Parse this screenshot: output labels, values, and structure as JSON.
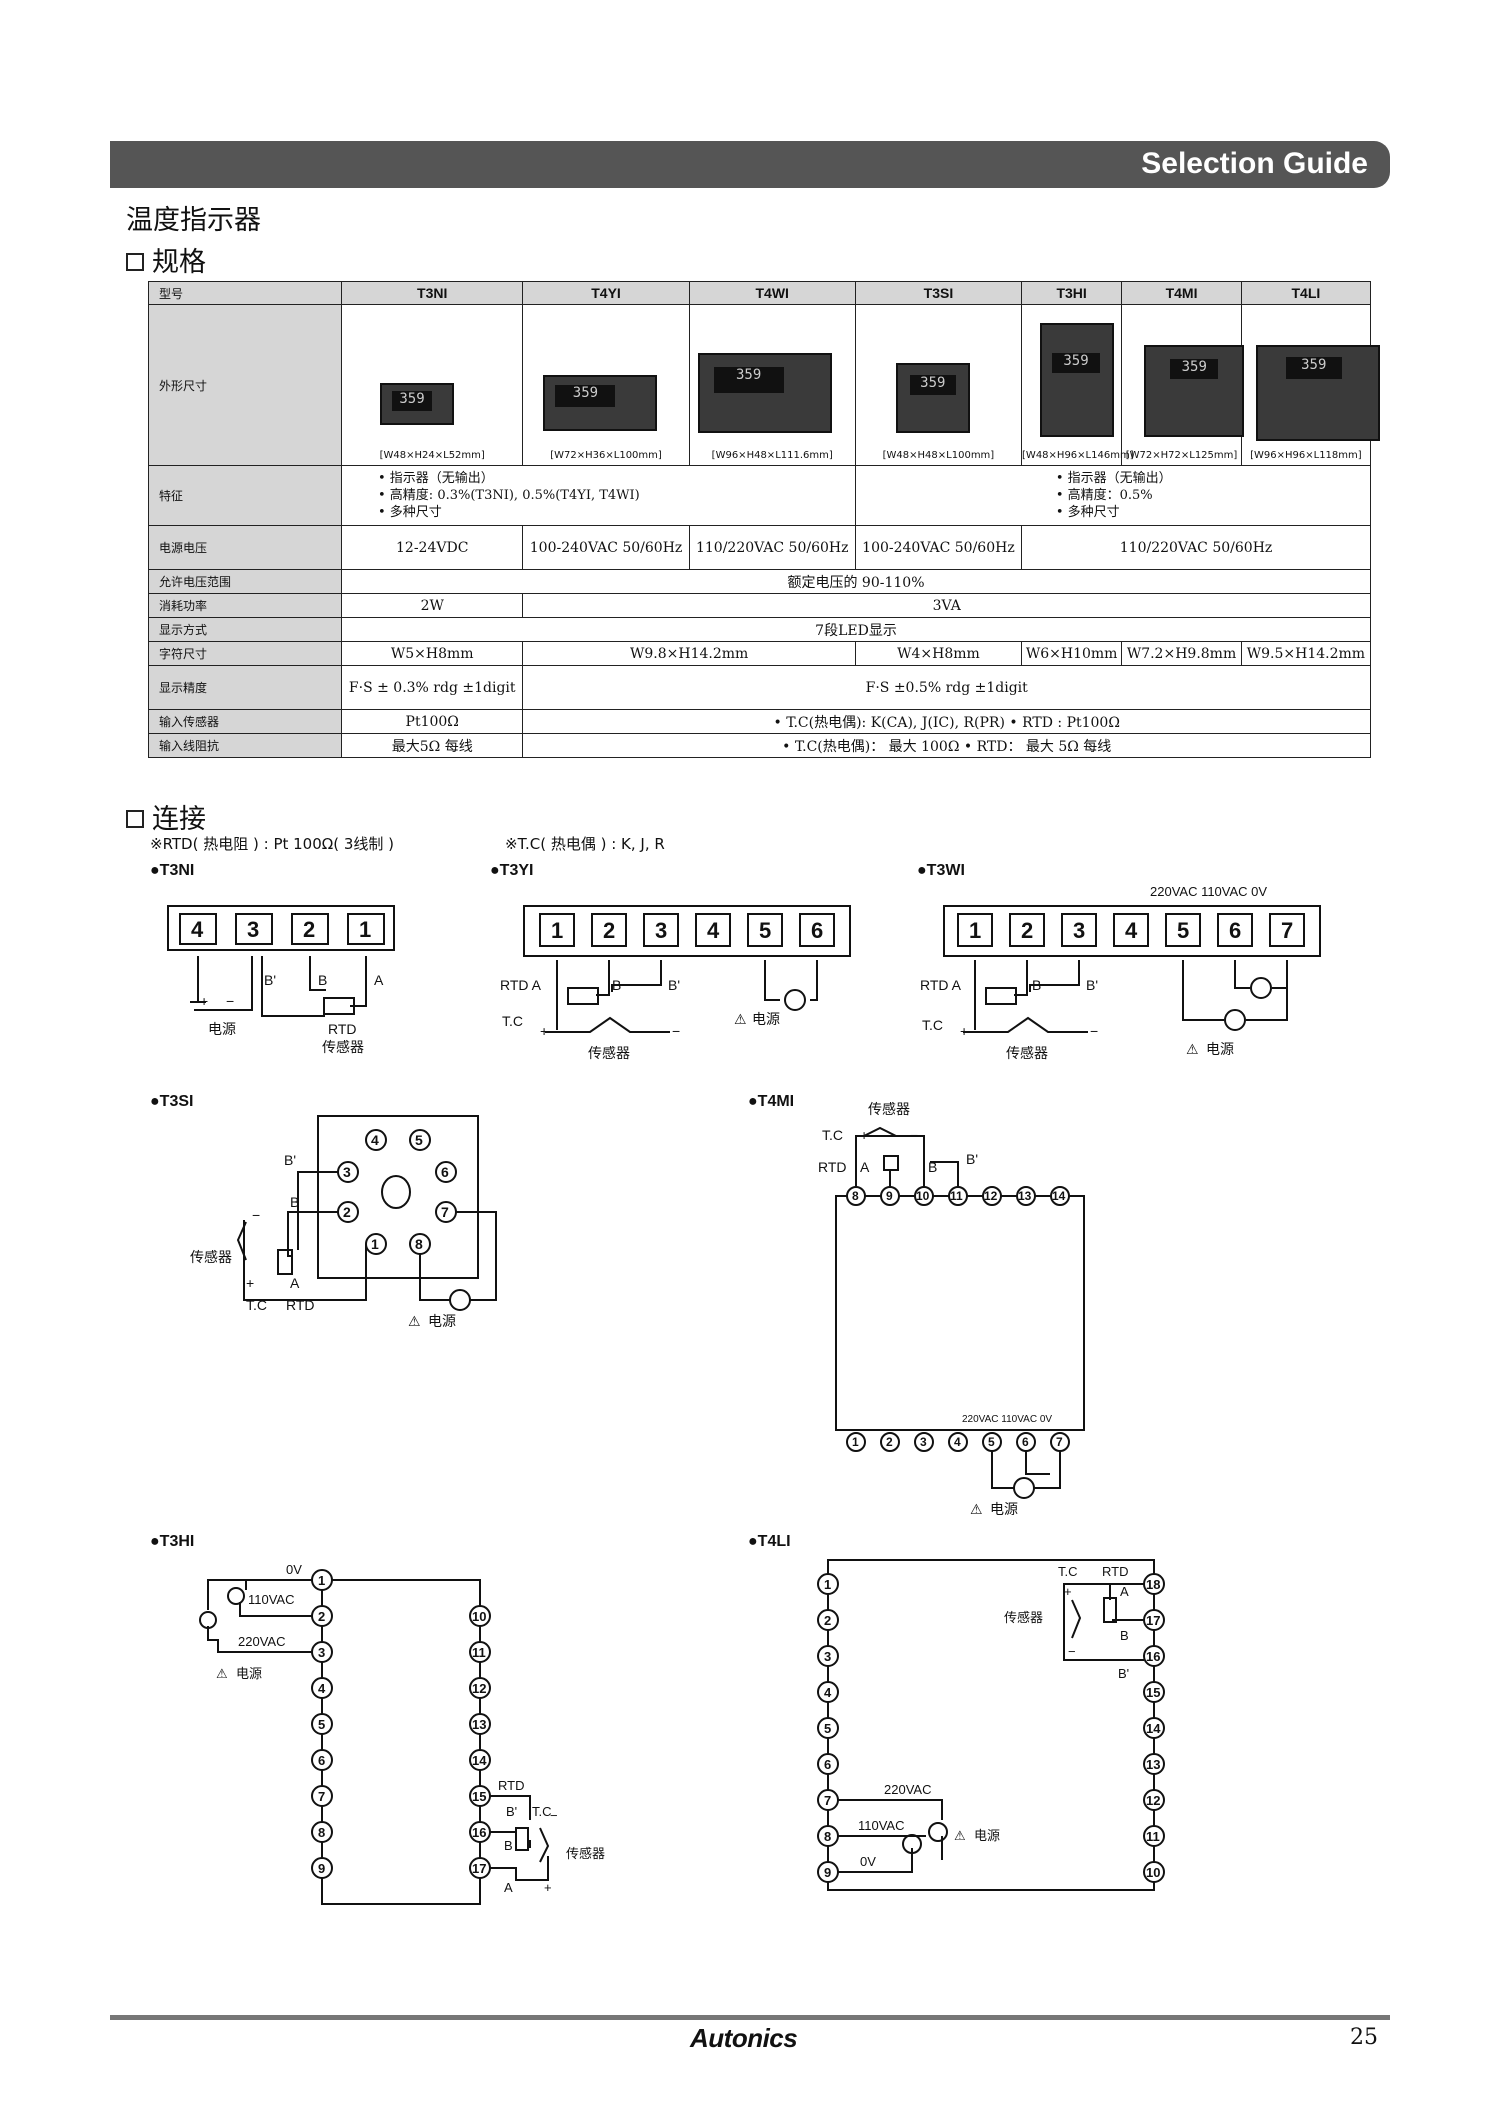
{
  "header": {
    "title": "Selection Guide"
  },
  "page_title": "温度指示器",
  "spec_section": "规格",
  "table": {
    "col0": "型号",
    "models": [
      "T3NI",
      "T4YI",
      "T4WI",
      "T3SI",
      "T3HI",
      "T4MI",
      "T4LI"
    ],
    "row_labels": [
      "外形尺寸",
      "特征",
      "电源电压",
      "允许电压范围",
      "消耗功率",
      "显示方式",
      "字符尺寸",
      "显示精度",
      "输入传感器",
      "输入线阻抗"
    ],
    "dims": [
      "[W48×H24×L52mm]",
      "[W72×H36×L100mm]",
      "[W96×H48×L111.6mm]",
      "[W48×H48×L100mm]",
      "[W48×H96×L146mm]",
      "[W72×H72×L125mm]",
      "[W96×H96×L118mm]"
    ],
    "feature_left": [
      "• 指示器（无输出）",
      "• 高精度: 0.3%(T3NI), 0.5%(T4YI, T4WI)",
      "• 多种尺寸"
    ],
    "feature_right": [
      "• 指示器（无输出）",
      "• 高精度：0.5%",
      "• 多种尺寸"
    ],
    "power": [
      "12-24VDC",
      "100-240VAC 50/60Hz",
      "110/220VAC 50/60Hz",
      "100-240VAC 50/60Hz",
      "110/220VAC 50/60Hz"
    ],
    "allow_voltage": "额定电压的 90-110%",
    "consumption": [
      "2W",
      "3VA"
    ],
    "display": "7段LED显示",
    "char_size": [
      "W5×H8mm",
      "W9.8×H14.2mm",
      "W4×H8mm",
      "W6×H10mm",
      "W7.2×H9.8mm",
      "W9.5×H14.2mm"
    ],
    "accuracy": [
      "F·S ± 0.3% rdg ±1digit",
      "F·S ±0.5% rdg ±1digit"
    ],
    "sensor": [
      "Pt100Ω",
      "• T.C(热电偶): K(CA), J(IC), R(PR)   • RTD : Pt100Ω"
    ],
    "line_res": [
      "最大5Ω 每线",
      "• T.C(热电偶)： 最大 100Ω     • RTD： 最大 5Ω 每线"
    ],
    "display_digits": "359"
  },
  "connect_section": "连接",
  "notes": [
    "※RTD( 热电阻 ) : Pt 100Ω( 3线制 )",
    "※T.C( 热电偶 ) : K, J, R"
  ],
  "diagrams": {
    "t3ni": {
      "label": "●T3NI",
      "terms": [
        "4",
        "3",
        "2",
        "1"
      ],
      "power": "电源",
      "rtd": "RTD",
      "sensor": "传感器"
    },
    "t3yi": {
      "label": "●T3YI",
      "terms": [
        "1",
        "2",
        "3",
        "4",
        "5",
        "6"
      ],
      "power": "电源",
      "sensor": "传感器"
    },
    "t3wi": {
      "label": "●T3WI",
      "terms": [
        "1",
        "2",
        "3",
        "4",
        "5",
        "6",
        "7"
      ],
      "volt": "220VAC 110VAC  0V",
      "power": "电源",
      "sensor": "传感器"
    },
    "t3si": {
      "label": "●T3SI",
      "sensor": "传感器",
      "tc": "T.C",
      "rtd": "RTD",
      "power": "电源"
    },
    "t4mi": {
      "label": "●T4MI",
      "sensor": "传感器",
      "volt": "220VAC 110VAC 0V",
      "power": "电源"
    },
    "t3hi": {
      "label": "●T3HI",
      "v0": "0V",
      "v110": "110VAC",
      "v220": "220VAC",
      "power": "电源",
      "rtd": "RTD",
      "tc": "T.C",
      "sensor": "传感器"
    },
    "t4li": {
      "label": "●T4LI",
      "tc": "T.C",
      "rtd": "RTD",
      "sensor": "传感器",
      "v220": "220VAC",
      "v110": "110VAC",
      "v0": "0V",
      "power": "电源"
    }
  },
  "footer": {
    "brand": "Autonics",
    "page": "25"
  }
}
